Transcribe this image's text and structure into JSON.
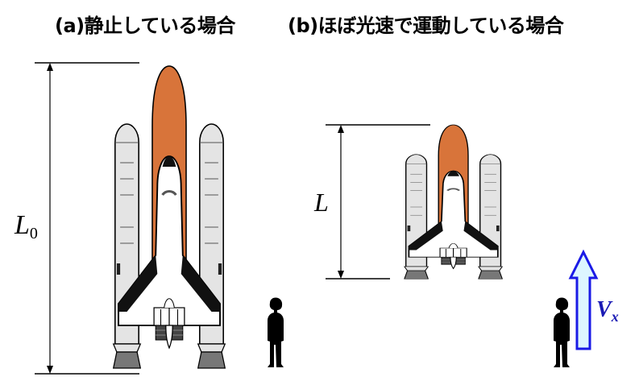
{
  "captions": {
    "stationary": "(a)静止している場合",
    "moving": "(b)ほぼ光速で運動している場合"
  },
  "labels": {
    "proper_length": "L",
    "proper_length_subscript": "0",
    "contracted_length": "L",
    "velocity": "V",
    "velocity_subscript": "x"
  },
  "colors": {
    "external_tank": "#d8743a",
    "booster": "#e4e4e4",
    "orbiter": "#ffffff",
    "outline": "#000000",
    "velocity_arrow_fill": "#ddf6ff",
    "velocity_arrow_stroke": "#1a1ae6",
    "velocity_label": "#1a1ab4"
  },
  "icons": {
    "shuttle": "space-shuttle-icon",
    "person": "standing-person-icon",
    "arrow": "up-arrow-icon"
  }
}
